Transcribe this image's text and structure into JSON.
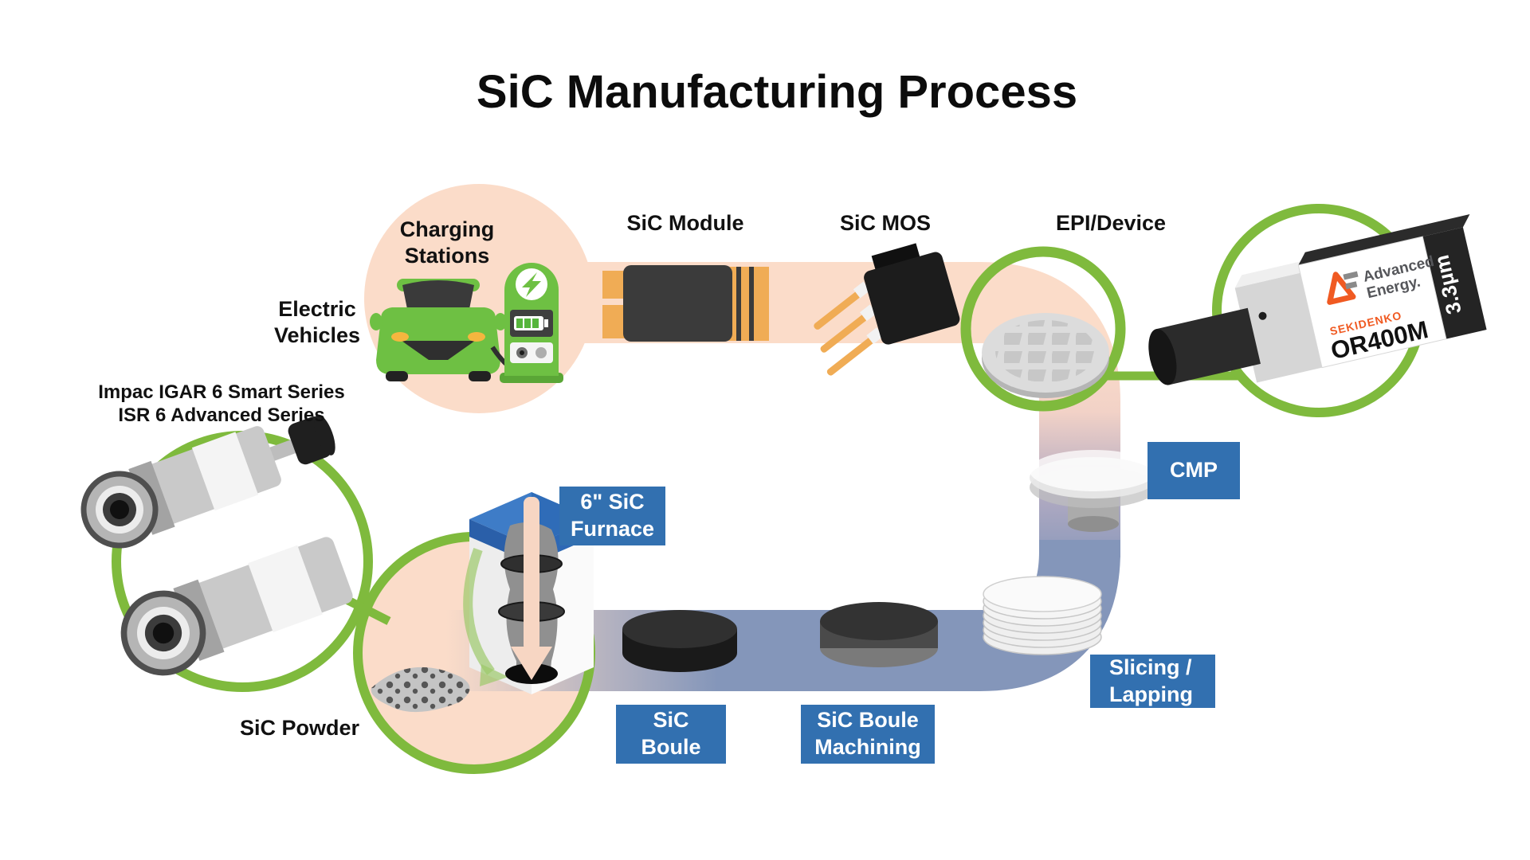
{
  "title": "SiC Manufacturing Process",
  "colors": {
    "peach": "#FBDCC9",
    "steel_blue": "#8496BA",
    "green": "#7FBA3D",
    "car_green": "#6EC043",
    "label_blue": "#3270B0",
    "orange": "#F0AC55",
    "furnace_blue": "#3E7CC7",
    "ae_orange": "#F05A22"
  },
  "labels": {
    "charging_stations": "Charging\nStations",
    "electric_vehicles": "Electric\nVehicles",
    "sic_module": "SiC Module",
    "sic_mos": "SiC MOS",
    "epi_device": "EPI/Device",
    "pyrometer_models": "Impac IGAR 6 Smart Series\nISR 6 Advanced Series",
    "sic_powder": "SiC Powder"
  },
  "process_boxes": {
    "furnace": "6\" SiC\nFurnace",
    "sic_boule": "SiC\nBoule",
    "boule_machining": "SiC Boule\nMachining",
    "slicing_lapping": "Slicing /\nLapping",
    "cmp": "CMP"
  },
  "device": {
    "brand_line1": "Advanced",
    "brand_line2": "Energy.",
    "sub_brand": "SEKIDENKO",
    "model": "OR400M",
    "wavelength": "3.3μm"
  }
}
